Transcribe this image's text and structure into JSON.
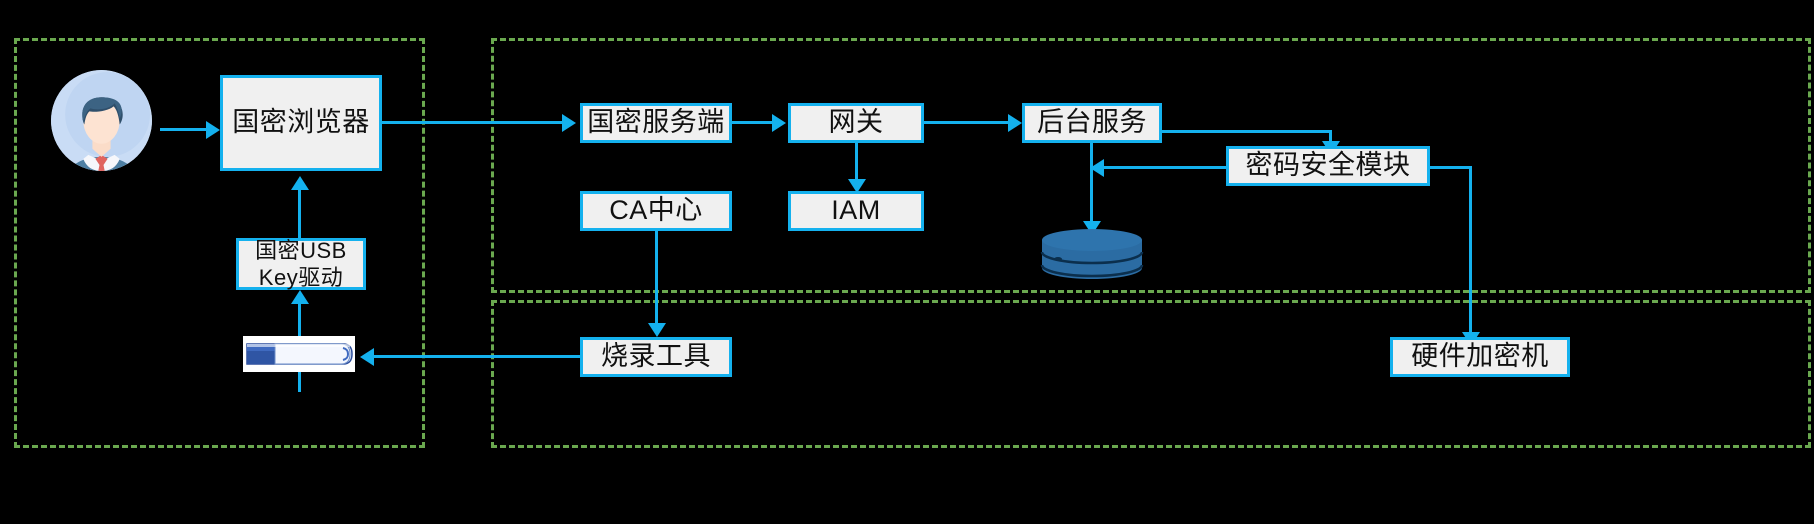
{
  "diagram": {
    "title": "",
    "colors": {
      "zone_border": "#6aa84f",
      "node_border": "#14b1ee",
      "node_fill": "#f0f0f0",
      "arrow": "#14b1ee",
      "database": "#2b6ca3",
      "background": "#000000"
    },
    "zones": [
      {
        "name": "client-zone",
        "label": ""
      },
      {
        "name": "server-zone",
        "label": ""
      },
      {
        "name": "tooling-zone",
        "label": ""
      }
    ],
    "nodes": [
      {
        "id": "browser",
        "label": "国密浏览器",
        "zone": "client-zone"
      },
      {
        "id": "usbdriver",
        "label": "国密USB\nKey驱动",
        "zone": "client-zone",
        "line1": "国密USB",
        "line2": "Key驱动"
      },
      {
        "id": "server",
        "label": "国密服务端",
        "zone": "server-zone"
      },
      {
        "id": "gateway",
        "label": "网关",
        "zone": "server-zone"
      },
      {
        "id": "backend",
        "label": "后台服务",
        "zone": "server-zone"
      },
      {
        "id": "cryptomod",
        "label": "密码安全模块",
        "zone": "server-zone"
      },
      {
        "id": "ca",
        "label": "CA中心",
        "zone": "server-zone"
      },
      {
        "id": "iam",
        "label": "IAM",
        "zone": "server-zone"
      },
      {
        "id": "burntool",
        "label": "烧录工具",
        "zone": "tooling-zone"
      },
      {
        "id": "hsm",
        "label": "硬件加密机",
        "zone": "tooling-zone"
      }
    ],
    "graphics": [
      {
        "id": "user-avatar",
        "type": "avatar",
        "label": "用户"
      },
      {
        "id": "usb-token",
        "type": "usb-key",
        "label": "USB Key"
      },
      {
        "id": "database",
        "type": "cylinder",
        "label": "数据库"
      }
    ],
    "edges": [
      {
        "from": "user-avatar",
        "to": "browser",
        "direction": "right"
      },
      {
        "from": "browser",
        "to": "server",
        "direction": "right"
      },
      {
        "from": "usbdriver",
        "to": "browser",
        "direction": "up"
      },
      {
        "from": "usb-token",
        "to": "usbdriver",
        "direction": "up"
      },
      {
        "from": "server",
        "to": "gateway",
        "direction": "right"
      },
      {
        "from": "gateway",
        "to": "iam",
        "direction": "down"
      },
      {
        "from": "gateway",
        "to": "backend",
        "direction": "right"
      },
      {
        "from": "backend",
        "to": "cryptomod",
        "direction": "right-down"
      },
      {
        "from": "cryptomod",
        "to": "backend",
        "direction": "left"
      },
      {
        "from": "backend",
        "to": "database",
        "direction": "down"
      },
      {
        "from": "cryptomod",
        "to": "hsm",
        "direction": "right-down"
      },
      {
        "from": "ca",
        "to": "burntool",
        "direction": "down"
      },
      {
        "from": "burntool",
        "to": "usb-token",
        "direction": "left"
      }
    ]
  }
}
